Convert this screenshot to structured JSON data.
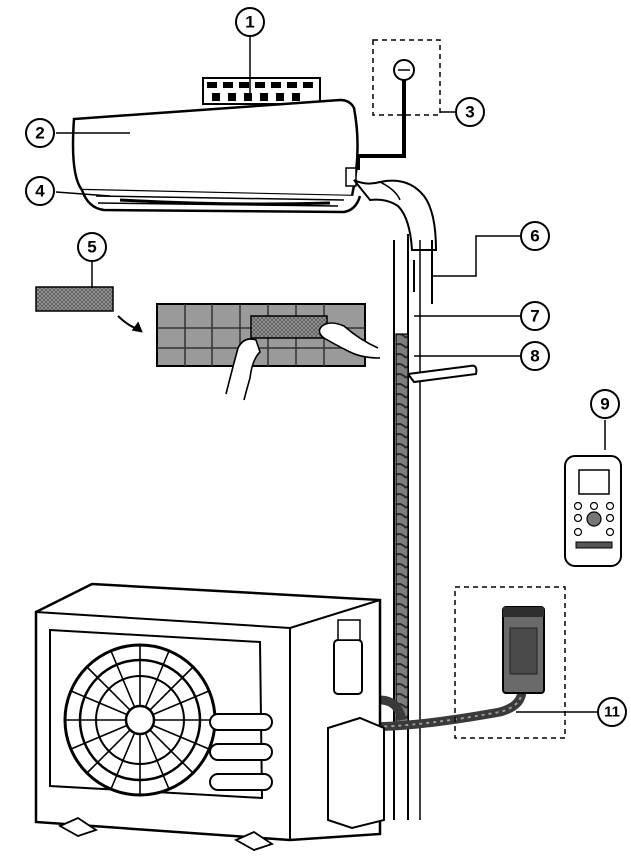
{
  "diagram": {
    "callouts": [
      {
        "id": "1",
        "label": "1"
      },
      {
        "id": "2",
        "label": "2"
      },
      {
        "id": "3",
        "label": "3"
      },
      {
        "id": "4",
        "label": "4"
      },
      {
        "id": "5",
        "label": "5"
      },
      {
        "id": "6",
        "label": "6"
      },
      {
        "id": "7",
        "label": "7"
      },
      {
        "id": "8",
        "label": "8"
      },
      {
        "id": "9",
        "label": "9"
      },
      {
        "id": "11",
        "label": "11"
      }
    ]
  }
}
